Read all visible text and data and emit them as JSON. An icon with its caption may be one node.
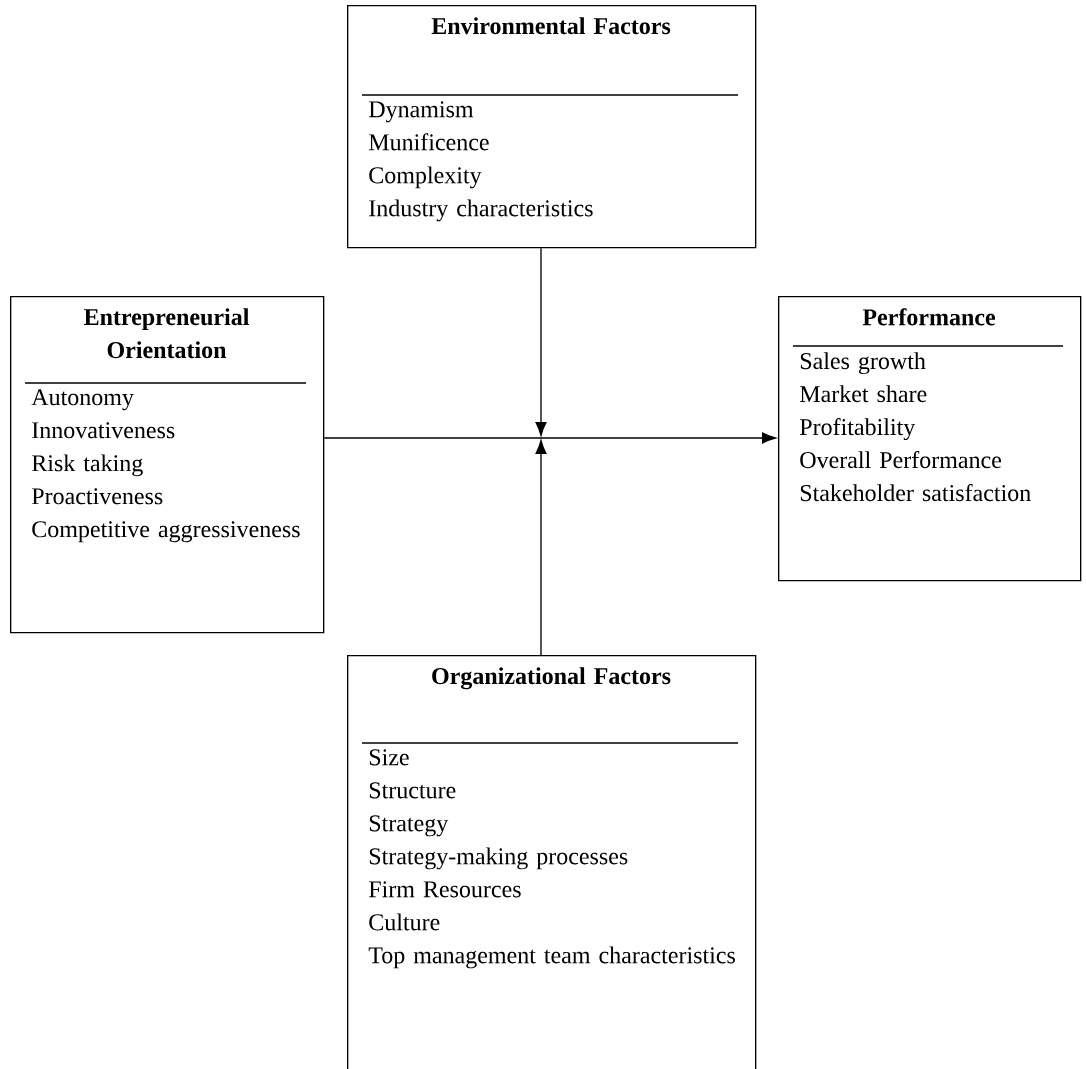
{
  "diagram": {
    "nodes": [
      {
        "text": [
          "Environmental Factors",
          "Dynamism",
          "Munificence",
          "Complexity",
          "Industry characteristics"
        ]
      },
      {
        "text": [
          "Entrepreneurial Orientation",
          "Autonomy",
          "Innovativeness",
          "Risk taking",
          "Proactiveness",
          "Competitive aggressiveness"
        ]
      },
      {
        "text": [
          "Performance",
          "Sales growth",
          "Market share",
          "Profitability",
          "Overall Performance",
          "Stakeholder satisfaction"
        ]
      },
      {
        "text": [
          "Organizational Factors",
          "Size",
          "Structure",
          "Strategy",
          "Strategy-making processes",
          "Firm Resources",
          "Culture",
          "Top management team characteristics"
        ]
      }
    ],
    "edges": [
      {
        "from": 0,
        "to": null,
        "arrow": "to"
      },
      {
        "from": 3,
        "to": null,
        "arrow": "to"
      },
      {
        "from": 1,
        "to": 2,
        "arrow": "to"
      }
    ]
  }
}
